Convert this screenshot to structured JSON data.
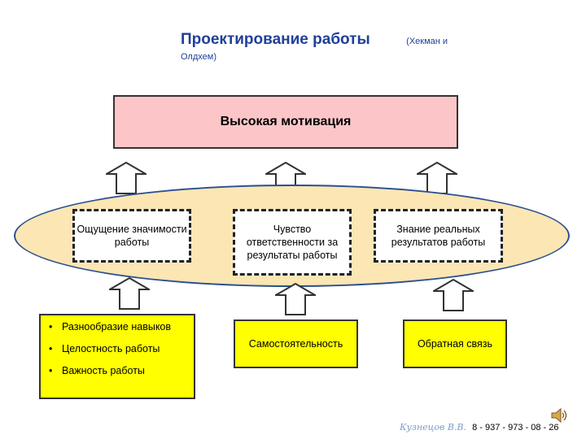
{
  "title": {
    "main": "Проектирование работы",
    "ref_part1": "(Хекман и",
    "ref_part2": "Олдхем)"
  },
  "top_box": "Высокая мотивация",
  "states": [
    {
      "text": "Ощущение значимости работы"
    },
    {
      "text": "Чувство ответственности за результаты работы"
    },
    {
      "text": "Знание реальных результатов работы"
    }
  ],
  "characteristics": {
    "bullets": [
      "Разнообразие навыков",
      "Целостность работы",
      "Важность работы"
    ],
    "autonomy": "Самостоятельность",
    "feedback": "Обратная связь"
  },
  "footer": {
    "author": "Кузнецов В.В.",
    "numbers": "8 - 937 - 973 - 08 - 26"
  },
  "colors": {
    "title": "#1f3f9a",
    "top_box_fill": "#fcc6c8",
    "ellipse_fill": "#fbe6b4",
    "ellipse_border": "#2a4f91",
    "bottom_fill": "#ffff00"
  }
}
